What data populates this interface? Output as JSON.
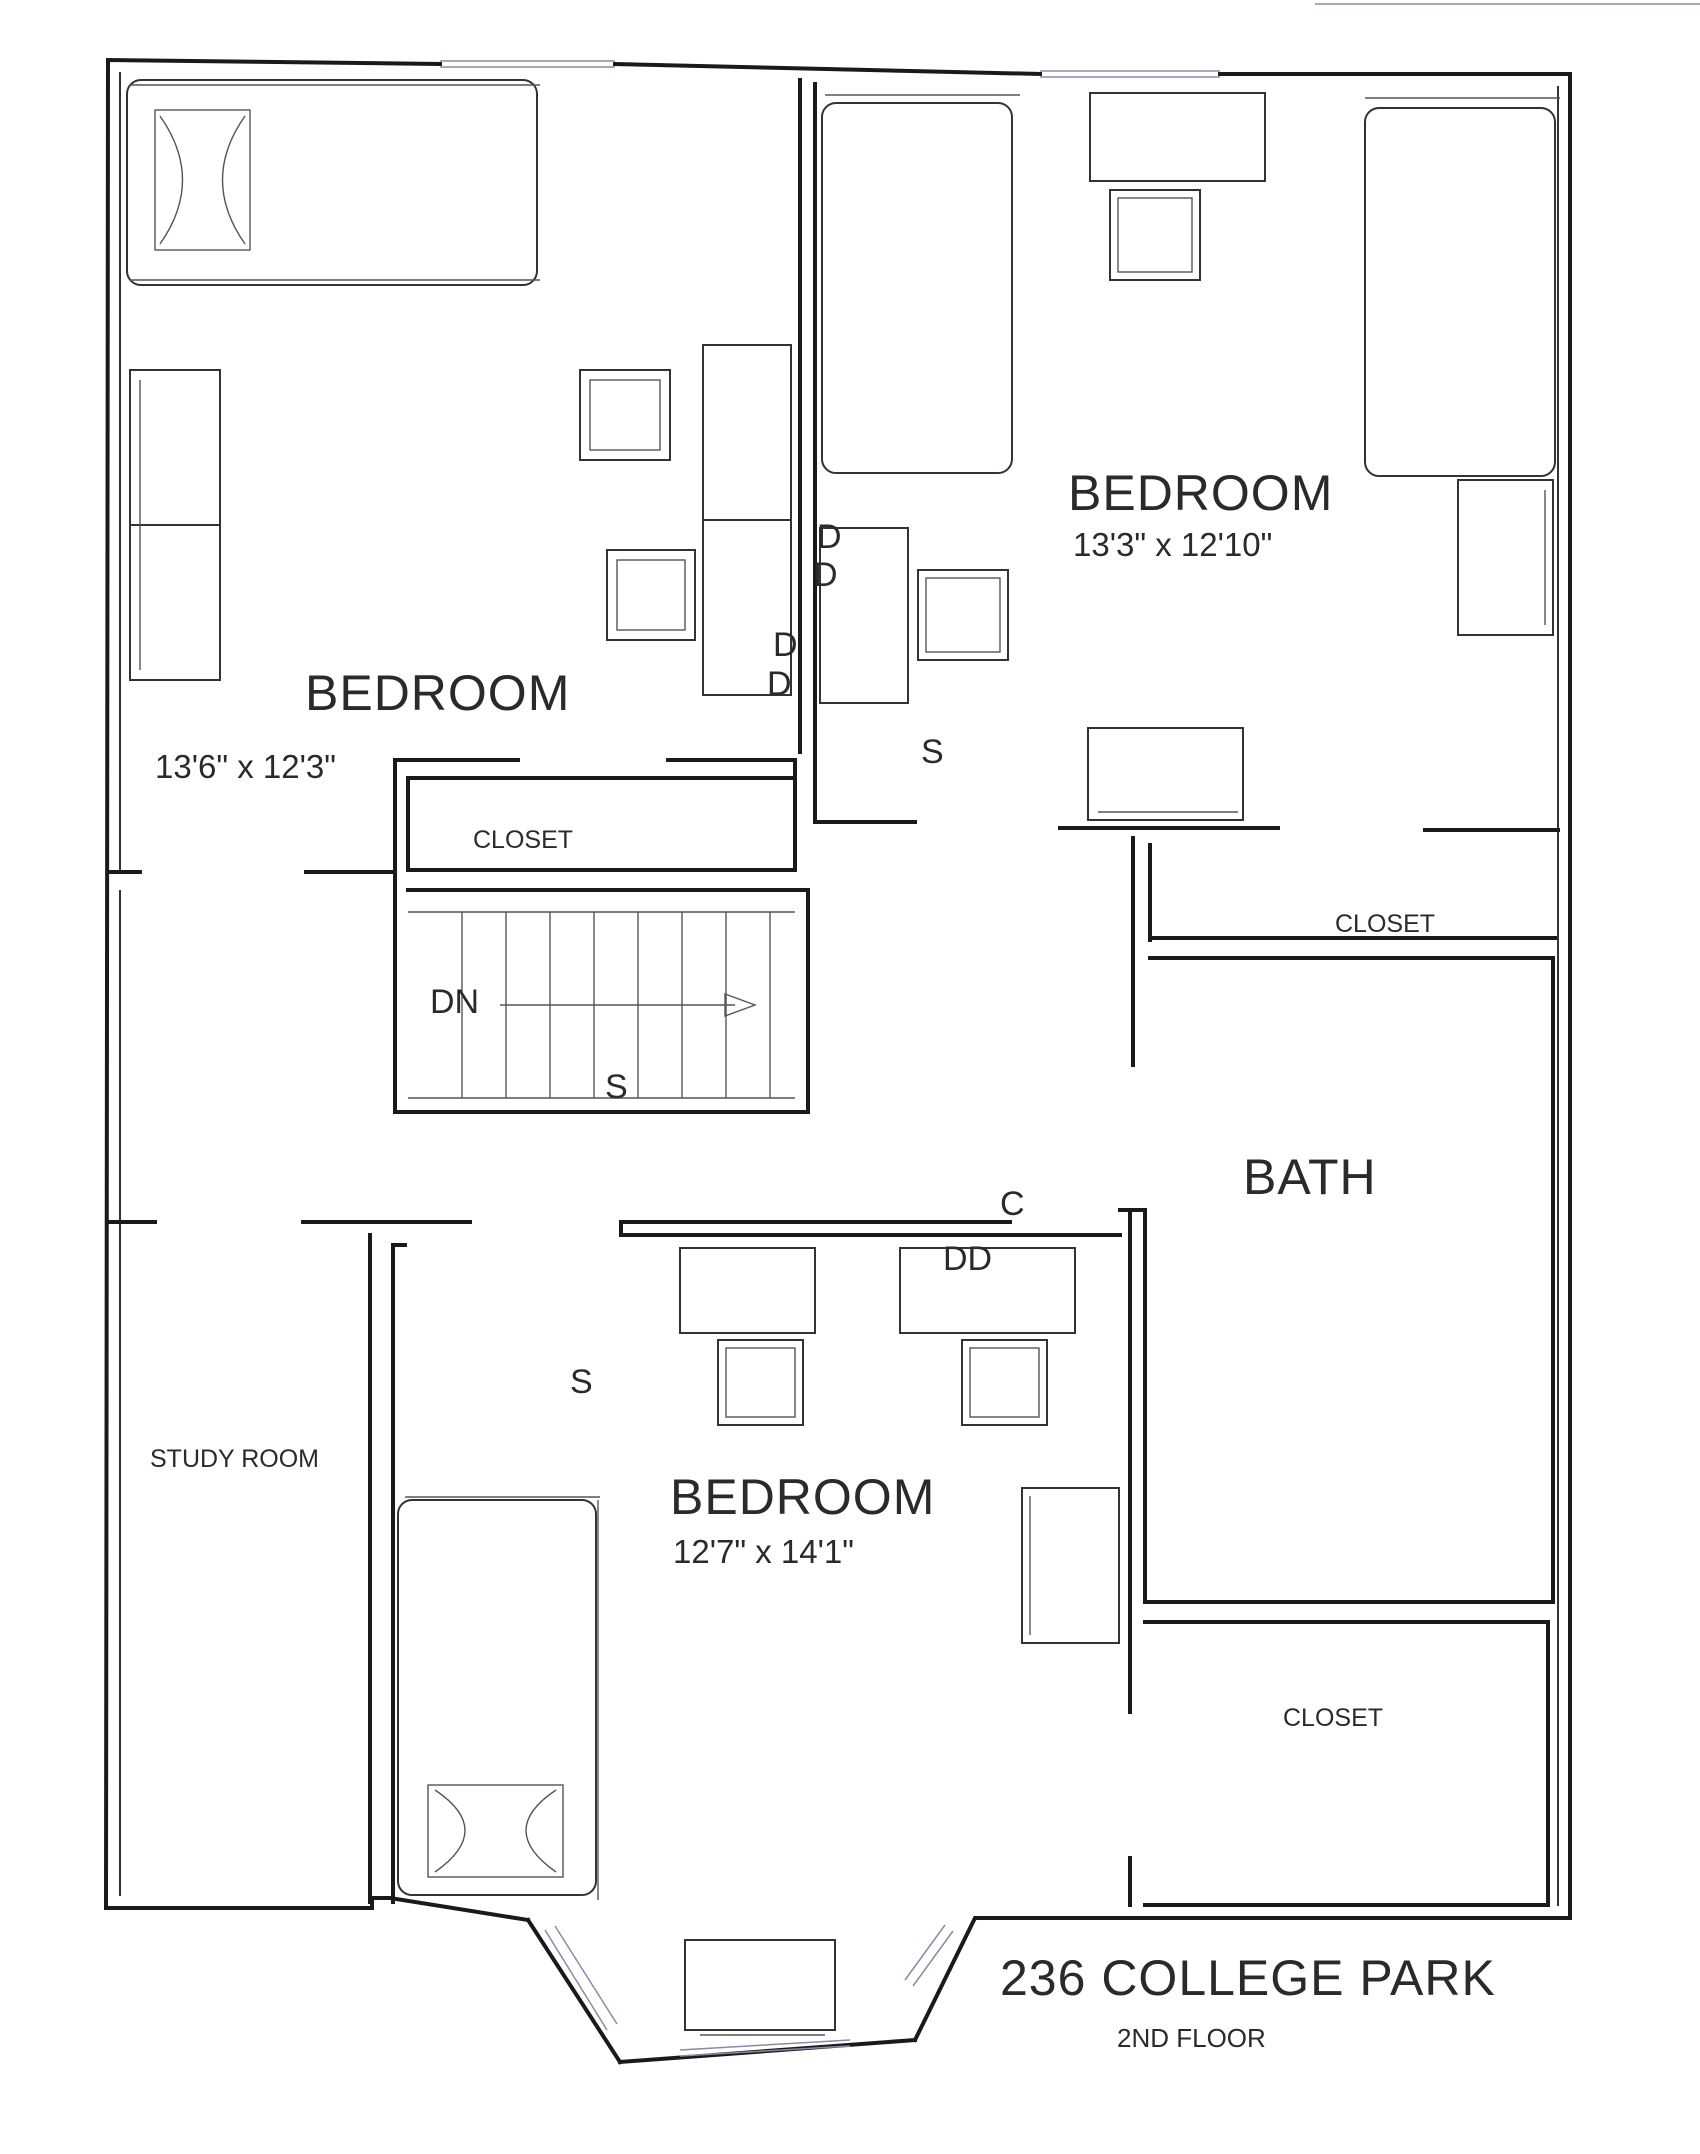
{
  "plan": {
    "title": "236 COLLEGE PARK",
    "subtitle": "2ND FLOOR"
  },
  "rooms": {
    "bedroom_nw": {
      "name": "BEDROOM",
      "size": "13'6\" x 12'3\""
    },
    "bedroom_ne": {
      "name": "BEDROOM",
      "size": "13'3\" x 12'10\""
    },
    "bedroom_s": {
      "name": "BEDROOM",
      "size": "12'7\" x 14'1\""
    },
    "bath": {
      "name": "BATH"
    },
    "closet_nw": {
      "name": "CLOSET"
    },
    "closet_ne": {
      "name": "CLOSET"
    },
    "closet_se": {
      "name": "CLOSET"
    },
    "study": {
      "name": "STUDY ROOM"
    },
    "stairs": {
      "label": "DN"
    }
  },
  "markers": {
    "d": "D",
    "s": "S",
    "c": "C",
    "dd": "DD"
  }
}
